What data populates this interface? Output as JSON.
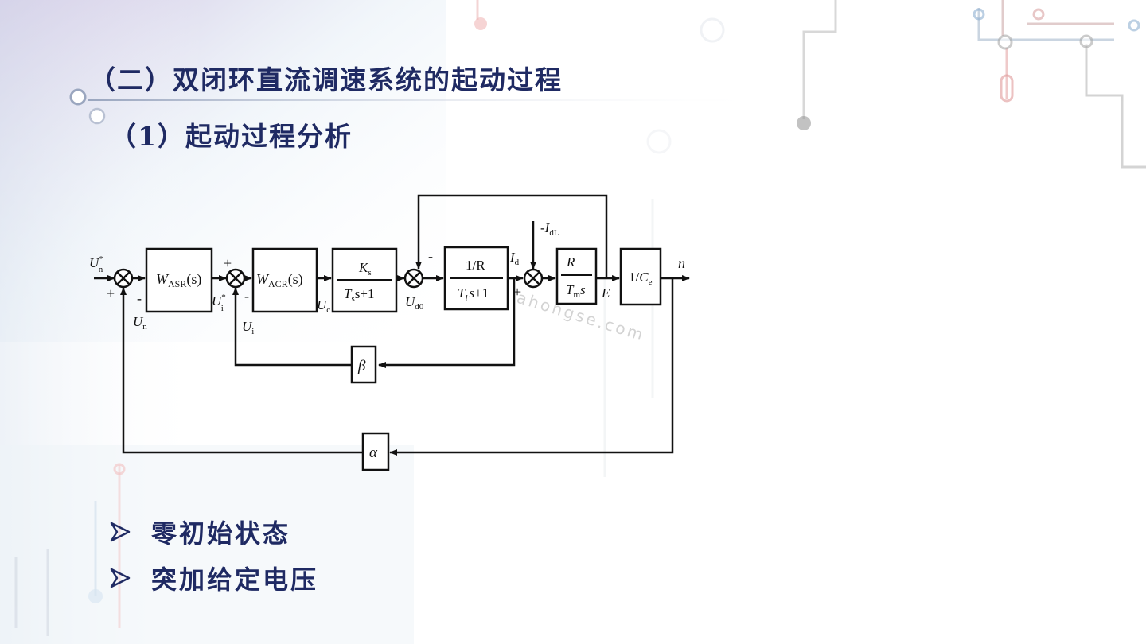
{
  "slide": {
    "title": "（二）双闭环直流调速系统的起动过程",
    "subtitle": "（1）起动过程分析"
  },
  "diagram": {
    "inputs": {
      "u_n_star": "U",
      "u_n_star_sub": "n",
      "u_n_star_sup": "*"
    },
    "blocks": {
      "asr": {
        "main": "W",
        "sub": "ASR",
        "tail": "(s)"
      },
      "acr": {
        "main": "W",
        "sub": "ACR",
        "tail": "(s)"
      },
      "converter": {
        "num_main": "K",
        "num_sub": "s",
        "den_main": "T",
        "den_sub": "s",
        "den_tail": "s+1"
      },
      "armature": {
        "num": "1/R",
        "den_main": "T",
        "den_sub": "l",
        "den_s": "s",
        "den_tail": "+1"
      },
      "mechanical": {
        "num": "R",
        "den_main": "T",
        "den_sub": "m",
        "den_s": "s"
      },
      "emf": {
        "prefix": "1/",
        "main": "C",
        "sub": "e"
      },
      "beta": "β",
      "alpha": "α"
    },
    "labels": {
      "u_n": {
        "main": "U",
        "sub": "n"
      },
      "u_i_star": {
        "main": "U",
        "sup": "*",
        "sub": "i"
      },
      "u_i": {
        "main": "U",
        "sub": "i"
      },
      "u_c": {
        "main": "U",
        "sub": "c"
      },
      "u_d0": {
        "main": "U",
        "sub": "d0"
      },
      "i_d": {
        "main": "I",
        "sub": "d"
      },
      "i_dl": {
        "prefix": "-",
        "main": "I",
        "sub": "dL"
      },
      "e": "E",
      "n": "n"
    },
    "signs": {
      "plus": "+",
      "minus": "-"
    },
    "watermark": "ahongse.com"
  },
  "bullets": [
    "零初始状态",
    "突加给定电压"
  ],
  "colors": {
    "title": "#1f2a63",
    "line": "#111111"
  }
}
